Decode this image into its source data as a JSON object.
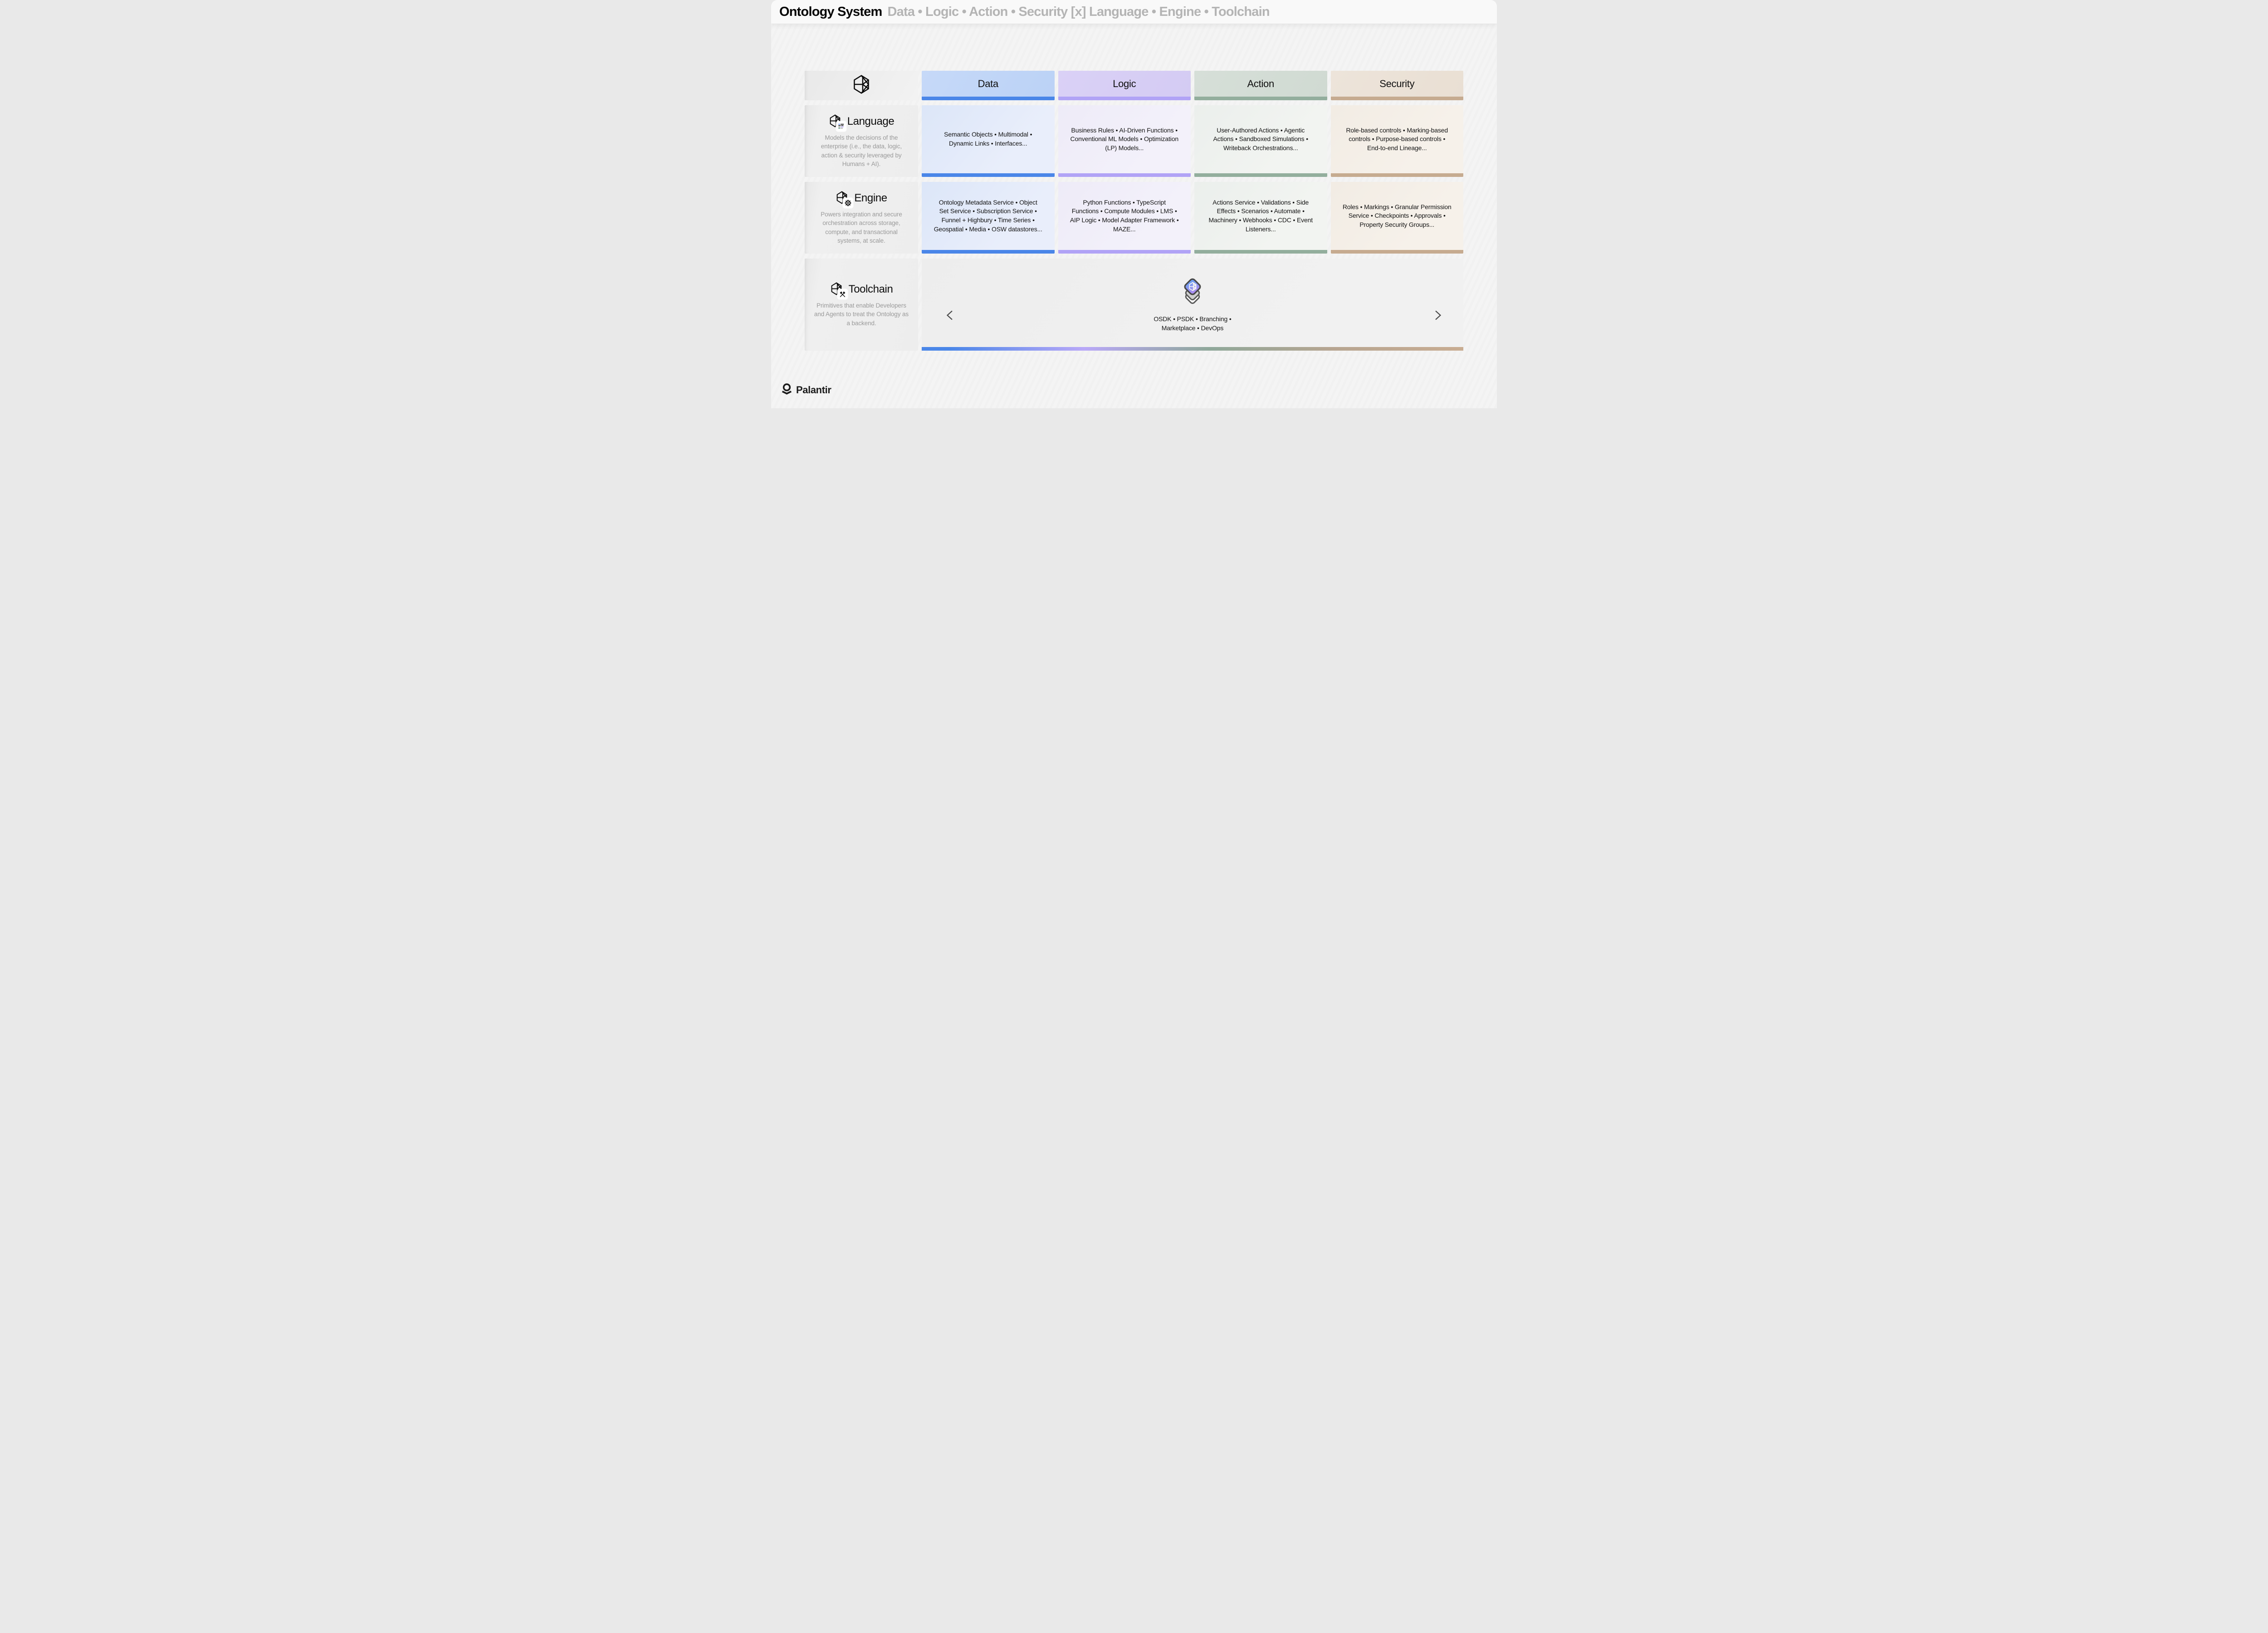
{
  "header": {
    "title": "Ontology System",
    "subtitle": "Data • Logic • Action • Security [x] Language • Engine • Toolchain"
  },
  "columns": [
    {
      "key": "data",
      "label": "Data",
      "accent": "#4a86e8",
      "header_bg": "#bfd4f7"
    },
    {
      "key": "logic",
      "label": "Logic",
      "accent": "#b1a3f6",
      "header_bg": "#d6cdf4"
    },
    {
      "key": "action",
      "label": "Action",
      "accent": "#93ae9d",
      "header_bg": "#d2dbd4"
    },
    {
      "key": "security",
      "label": "Security",
      "accent": "#c6ab90",
      "header_bg": "#ebe1d6"
    }
  ],
  "rows": [
    {
      "key": "language",
      "label": "Language",
      "description": "Models the decisions of the enterprise (i.e., the data, logic, action & security leveraged by Humans + AI).",
      "cells": {
        "data": "Semantic Objects • Multimodal • Dynamic Links • Interfaces...",
        "logic": "Business Rules • AI-Driven Functions • Conventional ML Models • Optimization (LP) Models...",
        "action": "User-Authored Actions • Agentic Actions • Sandboxed Simulations • Writeback Orchestrations...",
        "security": "Role-based controls • Marking-based controls • Purpose-based controls • End-to-end Lineage..."
      }
    },
    {
      "key": "engine",
      "label": "Engine",
      "description": "Powers integration and secure orchestration across storage, compute, and transactional systems, at scale.",
      "cells": {
        "data": "Ontology Metadata Service • Object Set Service • Subscription Service • Funnel + Highbury • Time Series • Geospatial • Media • OSW datastores...",
        "logic": "Python Functions • TypeScript Functions • Compute Modules • LMS • AIP Logic • Model Adapter Framework • MAZE...",
        "action": "Actions Service • Validations • Side Effects • Scenarios • Automate • Machinery • Webhooks • CDC • Event Listeners...",
        "security": "Roles • Markings • Granular Permission Service • Checkpoints • Approvals • Property Security Groups..."
      }
    },
    {
      "key": "toolchain",
      "label": "Toolchain",
      "description": "Primitives that enable Developers and Agents to treat the Ontology as a backend.",
      "span_text": "OSDK • PSDK • Branching • Marketplace • DevOps"
    }
  ],
  "footer": {
    "brand": "Palantir"
  },
  "icons": {
    "ontology": "wireframe-polyhedron",
    "language_overlay": "document-lines",
    "engine_overlay": "gear",
    "toolchain_overlay": "crossed-hammers",
    "toolchain_center": "layered-diamonds-stack",
    "footer_mark": "palantir-ring-chevron",
    "toolchain_arrows": "left-and-right-fading-arrows"
  },
  "colors": {
    "data_accent": "#4a86e8",
    "logic_accent": "#b1a3f6",
    "action_accent": "#93ae9d",
    "security_accent": "#c6ab90",
    "toolchain_border_gradient": [
      "#4a86e8",
      "#b9a8f8",
      "#8fa89a",
      "#c9ad92"
    ],
    "title_color": "#050505",
    "nav_gray": "#b4b4b4",
    "muted_text": "#9a9a9a",
    "page_bg": "#f4f4f4"
  }
}
